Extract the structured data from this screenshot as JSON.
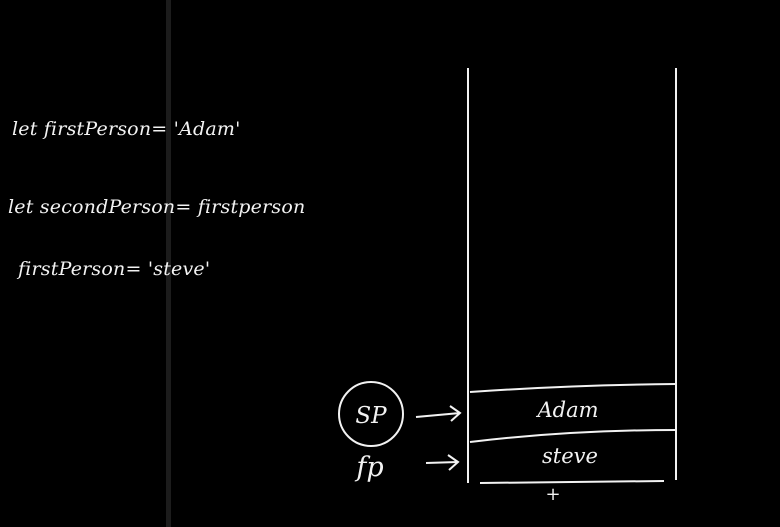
{
  "code_lines": [
    "let firstPerson= 'Adam'",
    "let secondPerson= firstperson",
    "firstPerson= 'steve'"
  ],
  "stack": {
    "cells": [
      "Adam",
      "steve"
    ],
    "bottom_mark": "+"
  },
  "pointers": {
    "sp_label": "SP",
    "fp_label": "fp"
  },
  "colors": {
    "background": "#000000",
    "ink": "#f2f2f2"
  }
}
